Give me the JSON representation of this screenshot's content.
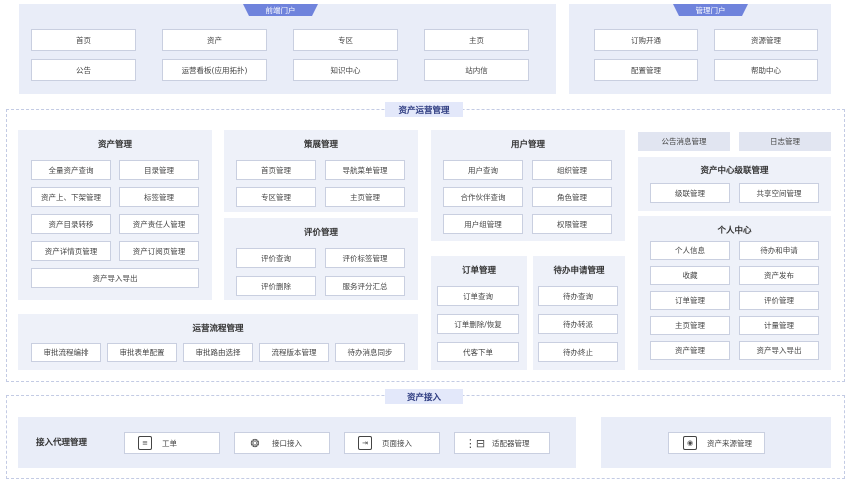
{
  "front_portal": {
    "tab": "前端门户",
    "row1": [
      "首页",
      "资产",
      "专区",
      "主页"
    ],
    "row2": [
      "公告",
      "运营看板(应用拓扑)",
      "知识中心",
      "站内信"
    ]
  },
  "admin_portal": {
    "tab": "管理门户",
    "row1": [
      "订购开通",
      "资源管理"
    ],
    "row2": [
      "配置管理",
      "帮助中心"
    ]
  },
  "asset_ops": {
    "tag": "资产运营管理",
    "asset_mgmt": {
      "title": "资产管理",
      "items": [
        "全量资产查询",
        "目录管理",
        "资产上、下架管理",
        "标签管理",
        "资产目录转移",
        "资产责任人管理",
        "资产详情页管理",
        "资产订阅页管理"
      ],
      "wide": "资产导入导出"
    },
    "display_mgmt": {
      "title": "策展管理",
      "items": [
        "首页管理",
        "导航菜单管理",
        "专区管理",
        "主页管理"
      ]
    },
    "eval_mgmt": {
      "title": "评价管理",
      "items": [
        "评价查询",
        "评价标签管理",
        "评价删除",
        "服务评分汇总"
      ]
    },
    "user_mgmt": {
      "title": "用户管理",
      "items": [
        "用户查询",
        "组织管理",
        "合作伙伴查询",
        "角色管理",
        "用户组管理",
        "权限管理"
      ]
    },
    "order_mgmt": {
      "title": "订单管理",
      "items": [
        "订单查询",
        "订单删除/恢复",
        "代客下单"
      ]
    },
    "pending_mgmt": {
      "title": "待办申请管理",
      "items": [
        "待办查询",
        "待办转派",
        "待办终止"
      ]
    },
    "flow_mgmt": {
      "title": "运营流程管理",
      "items": [
        "审批流程编排",
        "审批表单配置",
        "审批路由选择",
        "流程版本管理",
        "待办消息同步"
      ]
    },
    "notice_mgmt": "公告消息管理",
    "log_mgmt": "日志管理",
    "cascade": {
      "title": "资产中心级联管理",
      "items": [
        "级联管理",
        "共享空间管理"
      ]
    },
    "personal": {
      "title": "个人中心",
      "items": [
        "个人信息",
        "待办和申请",
        "收藏",
        "资产发布",
        "订单管理",
        "评价管理",
        "主页管理",
        "计量管理",
        "资产管理",
        "资产导入导出"
      ]
    }
  },
  "asset_access": {
    "tag": "资产接入",
    "proxy_title": "接入代理管理",
    "items": [
      {
        "icon": "document-icon",
        "label": "工单"
      },
      {
        "icon": "plug-icon",
        "label": "接口接入"
      },
      {
        "icon": "page-icon",
        "label": "页面接入"
      },
      {
        "icon": "adapter-icon",
        "label": "适配器管理"
      }
    ],
    "source": {
      "icon": "source-icon",
      "label": "资产来源管理"
    }
  }
}
